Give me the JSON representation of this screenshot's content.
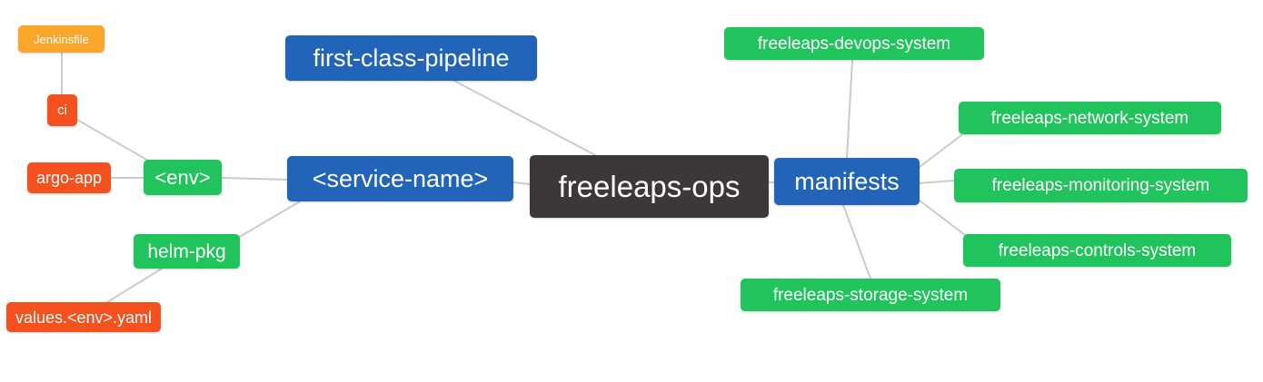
{
  "diagram": {
    "type": "mindmap",
    "colors": {
      "root_bg": "#3c3838",
      "branch_bg": "#2264ba",
      "green_bg": "#21c45c",
      "red_bg": "#f4511e",
      "orange_bg": "#f9a62b",
      "edge": "#cbcbcb",
      "text": "#ffffff"
    },
    "nodes": {
      "root": {
        "label": "freeleaps-ops"
      },
      "first_class_pipeline": {
        "label": "first-class-pipeline"
      },
      "service_name": {
        "label": "<service-name>"
      },
      "manifests": {
        "label": "manifests"
      },
      "env": {
        "label": "<env>"
      },
      "helm_pkg": {
        "label": "helm-pkg"
      },
      "ci": {
        "label": "ci"
      },
      "jenkinsfile": {
        "label": "Jenkinsfile"
      },
      "argo_app": {
        "label": "argo-app"
      },
      "values_env_yaml": {
        "label": "values.<env>.yaml"
      },
      "devops_system": {
        "label": "freeleaps-devops-system"
      },
      "network_system": {
        "label": "freeleaps-network-system"
      },
      "monitoring_system": {
        "label": "freeleaps-monitoring-system"
      },
      "controls_system": {
        "label": "freeleaps-controls-system"
      },
      "storage_system": {
        "label": "freeleaps-storage-system"
      }
    },
    "edges": [
      {
        "from": "jenkinsfile",
        "to": "ci"
      },
      {
        "from": "ci",
        "to": "env"
      },
      {
        "from": "argo_app",
        "to": "env"
      },
      {
        "from": "env",
        "to": "service_name"
      },
      {
        "from": "helm_pkg",
        "to": "service_name"
      },
      {
        "from": "values_env_yaml",
        "to": "helm_pkg"
      },
      {
        "from": "service_name",
        "to": "root"
      },
      {
        "from": "first_class_pipeline",
        "to": "root"
      },
      {
        "from": "root",
        "to": "manifests"
      },
      {
        "from": "manifests",
        "to": "devops_system"
      },
      {
        "from": "manifests",
        "to": "network_system"
      },
      {
        "from": "manifests",
        "to": "monitoring_system"
      },
      {
        "from": "manifests",
        "to": "controls_system"
      },
      {
        "from": "manifests",
        "to": "storage_system"
      }
    ]
  }
}
